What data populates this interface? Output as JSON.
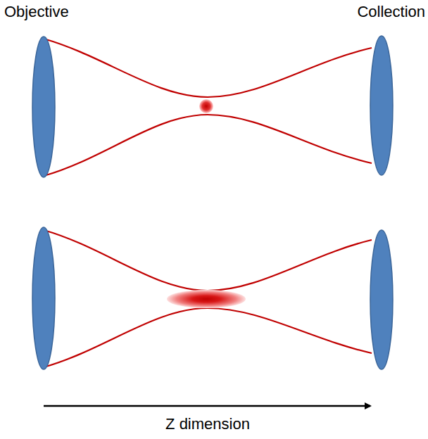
{
  "diagram": {
    "labels": [
      "Objective",
      "Collection",
      "Z dimension"
    ]
  }
}
